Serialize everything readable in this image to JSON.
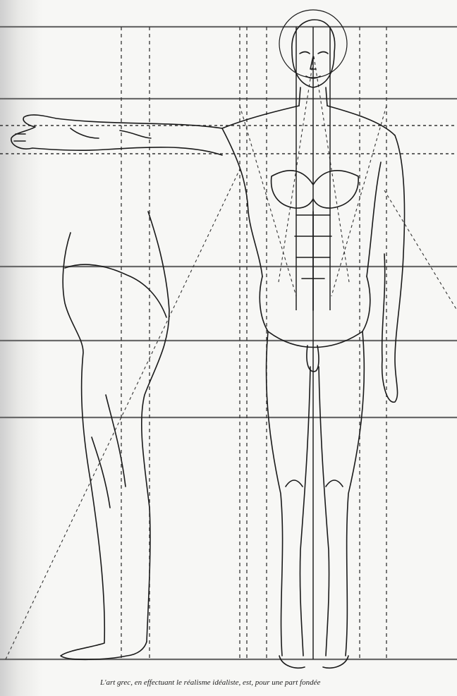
{
  "figure": {
    "caption": "L'art grec, en effectuant le réalisme idéaliste, est, pour une part fondée"
  },
  "colors": {
    "paper": "#f7f7f5",
    "ink": "#1a1a1a",
    "guide": "#555555"
  },
  "figures": [
    "standing-front-view",
    "raised-arm",
    "bent-leg-side-view"
  ]
}
